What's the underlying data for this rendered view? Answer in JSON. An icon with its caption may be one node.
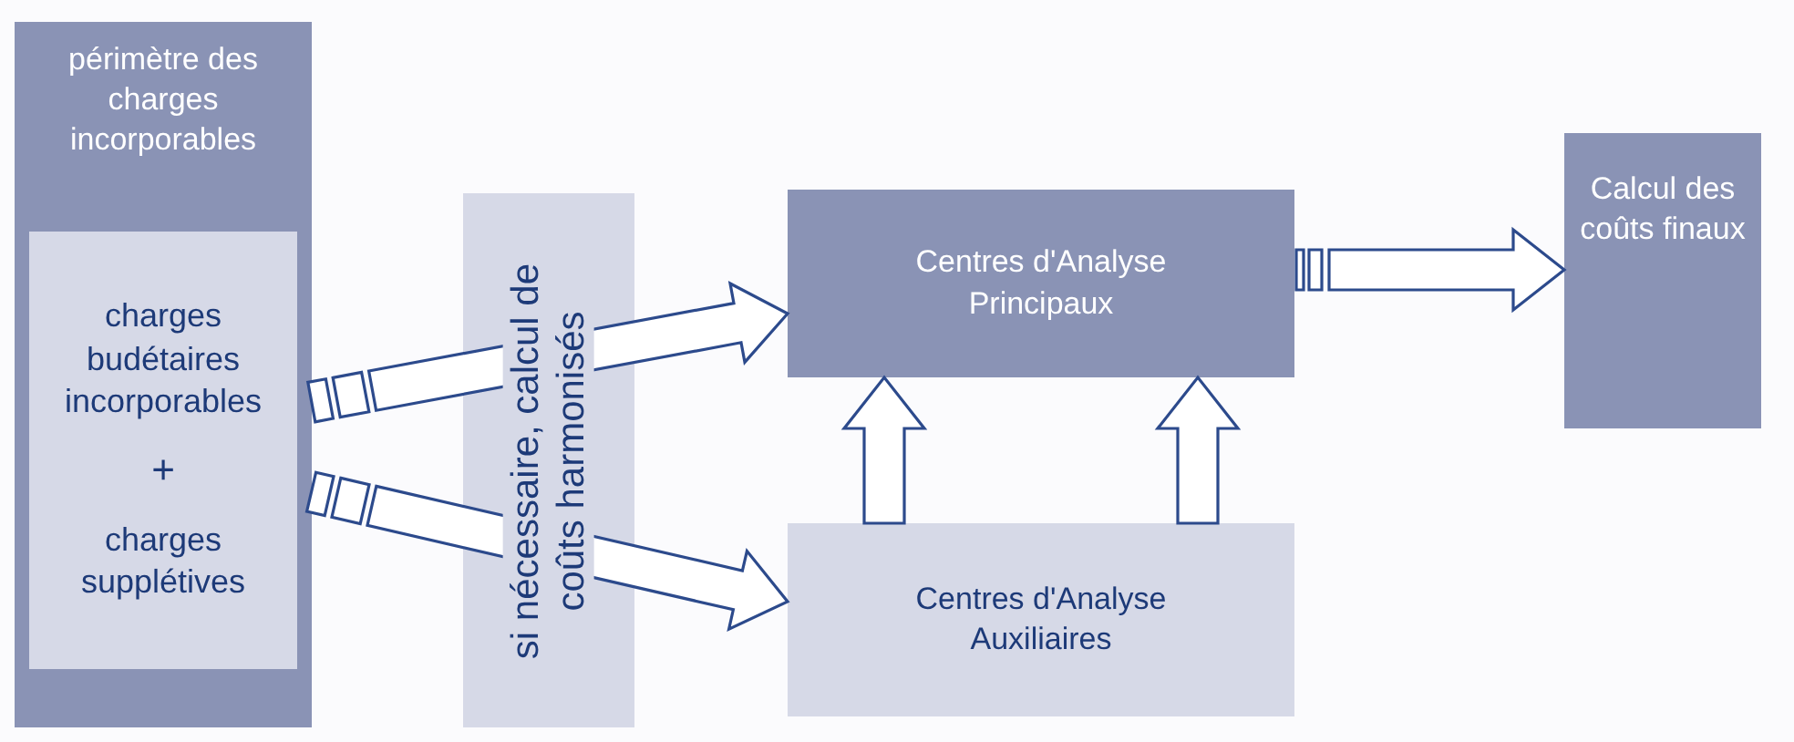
{
  "diagram": {
    "nodes": [
      {
        "text": [
          "périmètre des charges incorporables"
        ]
      },
      {
        "text": [
          "charges budétaires incorporables",
          "+",
          "charges supplétives"
        ],
        "in": 0
      },
      {
        "text": [
          "si nécessaire, calcul de coûts harmonisés"
        ]
      },
      {
        "text": [
          "Centres d'Analyse Principaux"
        ]
      },
      {
        "text": [
          "Centres d'Analyse Auxiliaires"
        ]
      },
      {
        "text": [
          "Calcul des coûts finaux"
        ]
      }
    ],
    "edges": [
      {
        "from": 1,
        "to": 3,
        "arrow": "to"
      },
      {
        "from": 1,
        "to": 4,
        "arrow": "to"
      },
      {
        "from": 4,
        "to": 3,
        "arrow": "to"
      },
      {
        "from": 4,
        "to": 3,
        "arrow": "to"
      },
      {
        "from": 3,
        "to": 5,
        "arrow": "to"
      }
    ]
  }
}
